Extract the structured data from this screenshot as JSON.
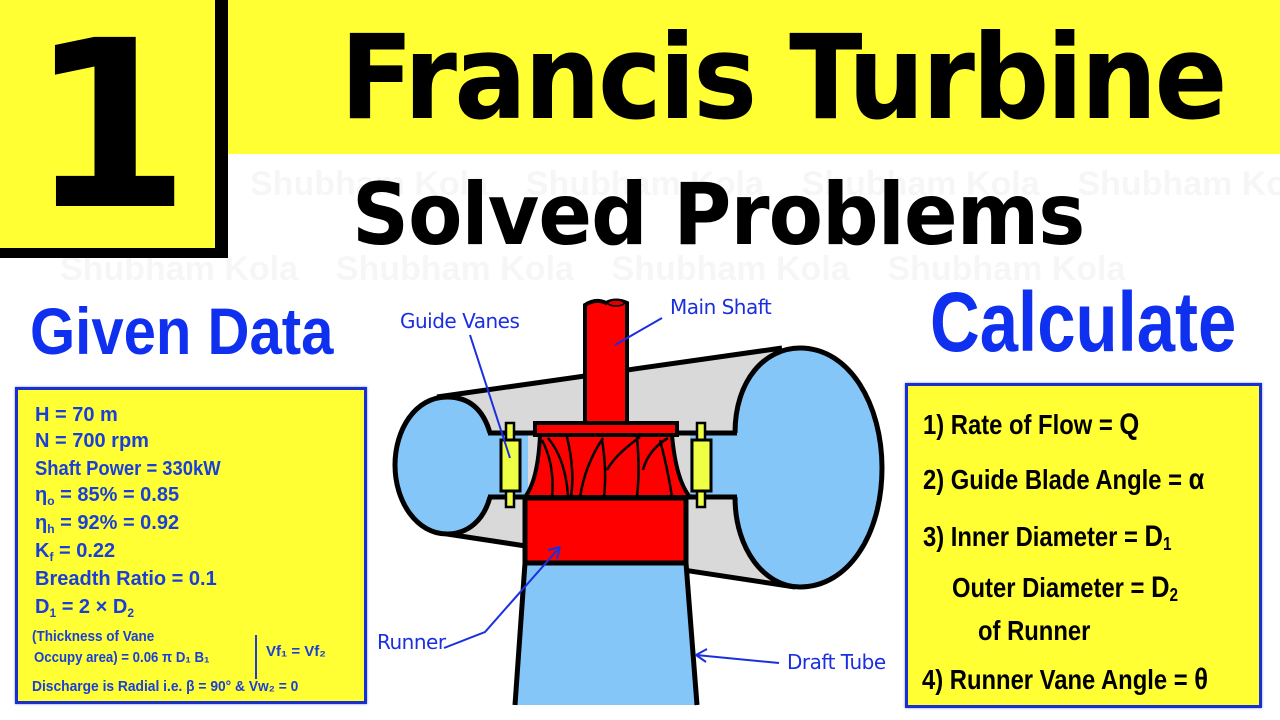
{
  "header": {
    "number": "1",
    "title": "Francis Turbine",
    "subtitle": "Solved Problems"
  },
  "given": {
    "heading": "Given Data",
    "lines": {
      "head": {
        "lhs": "H",
        "rhs": "= 70 m"
      },
      "speed": {
        "lhs": "N",
        "rhs": "= 700 rpm"
      },
      "power": {
        "lhs": "Shaft Power",
        "rhs": "=  330kW"
      },
      "eta_o": {
        "sym": "η",
        "sub": "o",
        "rhs": "= 85% = 0.85"
      },
      "eta_h": {
        "sym": "η",
        "sub": "h",
        "rhs": "= 92% = 0.92"
      },
      "kf": {
        "sym": "K",
        "sub": "f",
        "rhs": "= 0.22"
      },
      "breadth": {
        "text": "Breadth Ratio = 0.1"
      },
      "diam": {
        "d1": "D",
        "d1sub": "1",
        "mid": " = 2 × ",
        "d2": "D",
        "d2sub": "2"
      },
      "thickness_1": "(Thickness of Vane",
      "thickness_2": "Occupy area) = 0.06 π D₁ B₁",
      "vf": "Vf₁ = Vf₂",
      "discharge": "Discharge is Radial i.e. β = 90°  &  Vw₂ = 0"
    }
  },
  "calculate": {
    "heading": "Calculate",
    "items": [
      {
        "label": "1) Rate of Flow = ",
        "symbol": "Q",
        "sub": ""
      },
      {
        "label": "2) Guide Blade Angle = ",
        "symbol": "α",
        "sub": ""
      },
      {
        "label": "3) Inner Diameter = ",
        "symbol": "D",
        "sub": "1"
      },
      {
        "label": "Outer Diameter = ",
        "symbol": "D",
        "sub": "2"
      },
      {
        "label": "of Runner",
        "symbol": "",
        "sub": ""
      },
      {
        "label": "4) Runner Vane Angle = ",
        "symbol": "θ",
        "sub": ""
      }
    ]
  },
  "diagram": {
    "labels": {
      "guide_vanes": "Guide Vanes",
      "main_shaft": "Main Shaft",
      "runner": "Runner",
      "draft_tube": "Draft Tube"
    },
    "colors": {
      "water": "#85c6f8",
      "casing": "#d9d9d9",
      "runner": "#ff0000",
      "vane": "#eeff44",
      "label": "#1a2fe0"
    }
  },
  "colors": {
    "banner_yellow": "#ffff33",
    "heading_blue": "#1030f0",
    "box_border": "#1a2fd0"
  }
}
